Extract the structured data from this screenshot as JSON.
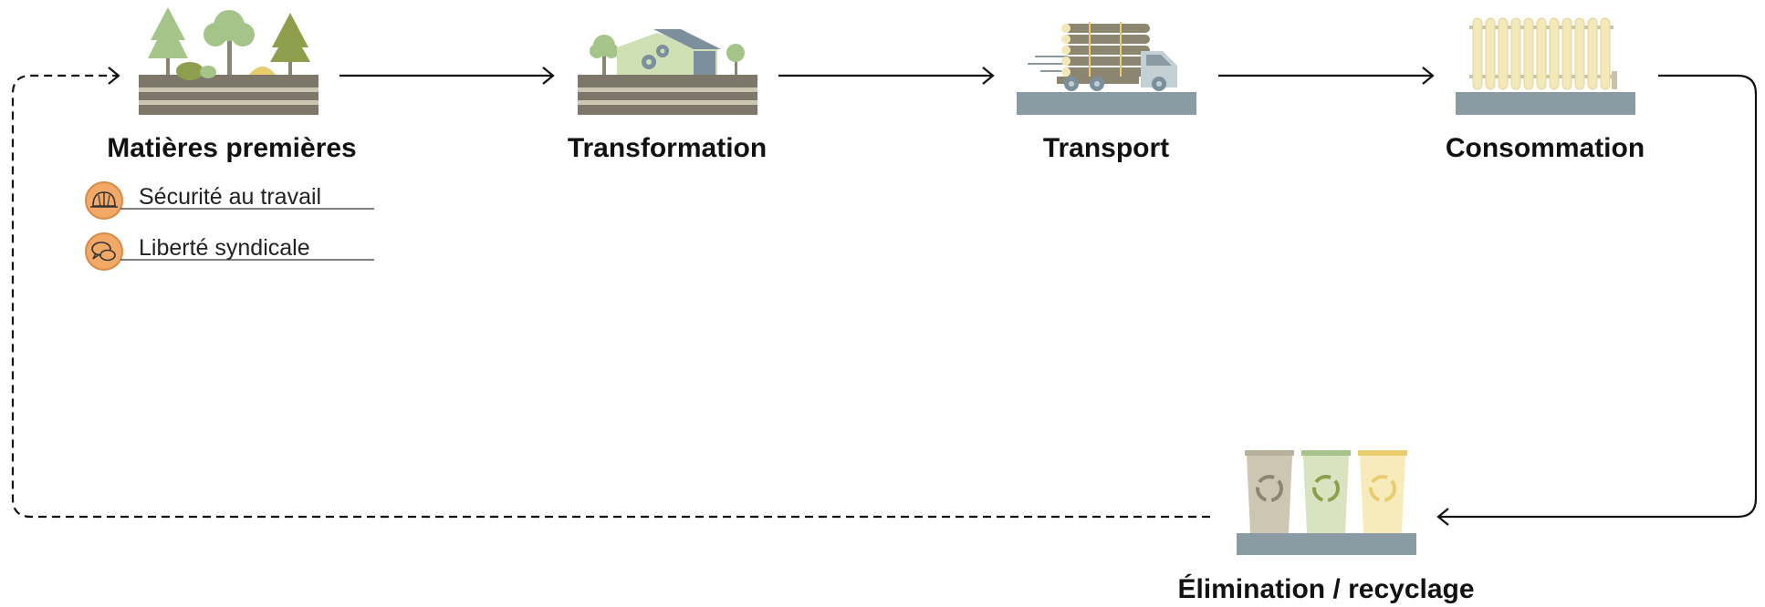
{
  "stages": [
    {
      "id": "raw",
      "title": "Matières premières",
      "icon": "forest-icon"
    },
    {
      "id": "transform",
      "title": "Transformation",
      "icon": "factory-icon"
    },
    {
      "id": "transport",
      "title": "Transport",
      "icon": "log-truck-icon"
    },
    {
      "id": "consumption",
      "title": "Consommation",
      "icon": "radiator-icon"
    },
    {
      "id": "disposal",
      "title": "Élimination / recyclage",
      "icon": "recycling-bins-icon"
    }
  ],
  "issues": [
    {
      "label": "Sécurité au travail",
      "icon": "hard-hat-icon"
    },
    {
      "label": "Liberté syndicale",
      "icon": "speech-bubbles-icon"
    }
  ],
  "colors": {
    "ground_dark": "#7d776a",
    "ground_light": "#cdc6b3",
    "slab": "#8a9ba3",
    "tree_green": "#a5c48a",
    "tree_olive": "#8f9e4c",
    "issue_orange": "#f2a867",
    "cream": "#f3e8b7",
    "arrow": "#111111"
  }
}
